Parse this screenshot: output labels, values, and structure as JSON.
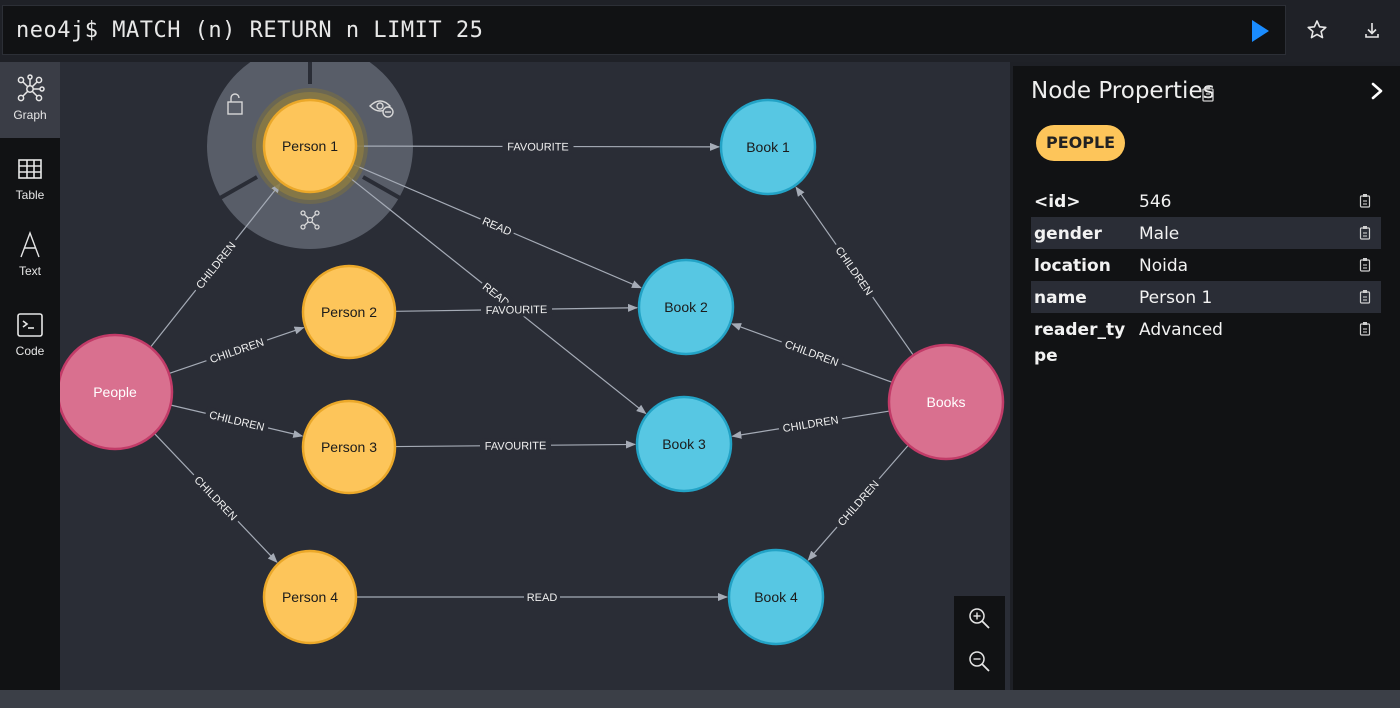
{
  "editor": {
    "query": "neo4j$ MATCH (n) RETURN n LIMIT 25"
  },
  "toolbar": {
    "play_icon": "play-icon",
    "star_icon": "star-icon",
    "download_icon": "download-icon"
  },
  "nav": {
    "items": [
      {
        "label": "Graph",
        "icon": "graph-icon",
        "active": true
      },
      {
        "label": "Table",
        "icon": "table-icon",
        "active": false
      },
      {
        "label": "Text",
        "icon": "text-icon",
        "active": false
      },
      {
        "label": "Code",
        "icon": "code-icon",
        "active": false
      }
    ]
  },
  "graph": {
    "colors": {
      "person": "#fdc55a",
      "person_border": "#eba829",
      "book": "#57c7e3",
      "book_border": "#23a3c6",
      "group": "#d9708f",
      "group_border": "#c23b68",
      "edge": "#a5abb6"
    },
    "nodes": [
      {
        "id": "person1",
        "label": "Person 1",
        "kind": "person",
        "selected": true
      },
      {
        "id": "person2",
        "label": "Person 2",
        "kind": "person"
      },
      {
        "id": "person3",
        "label": "Person 3",
        "kind": "person"
      },
      {
        "id": "person4",
        "label": "Person 4",
        "kind": "person"
      },
      {
        "id": "book1",
        "label": "Book 1",
        "kind": "book"
      },
      {
        "id": "book2",
        "label": "Book 2",
        "kind": "book"
      },
      {
        "id": "book3",
        "label": "Book 3",
        "kind": "book"
      },
      {
        "id": "book4",
        "label": "Book 4",
        "kind": "book"
      },
      {
        "id": "people",
        "label": "People",
        "kind": "group"
      },
      {
        "id": "books",
        "label": "Books",
        "kind": "group"
      }
    ],
    "relationships": [
      {
        "from": "people",
        "to": "person1",
        "type": "CHILDREN"
      },
      {
        "from": "people",
        "to": "person2",
        "type": "CHILDREN"
      },
      {
        "from": "people",
        "to": "person3",
        "type": "CHILDREN"
      },
      {
        "from": "people",
        "to": "person4",
        "type": "CHILDREN"
      },
      {
        "from": "books",
        "to": "book1",
        "type": "CHILDREN"
      },
      {
        "from": "books",
        "to": "book2",
        "type": "CHILDREN"
      },
      {
        "from": "books",
        "to": "book3",
        "type": "CHILDREN"
      },
      {
        "from": "books",
        "to": "book4",
        "type": "CHILDREN"
      },
      {
        "from": "person1",
        "to": "book1",
        "type": "FAVOURITE"
      },
      {
        "from": "person1",
        "to": "book2",
        "type": "READ"
      },
      {
        "from": "person1",
        "to": "book3",
        "type": "READ"
      },
      {
        "from": "person2",
        "to": "book2",
        "type": "FAVOURITE"
      },
      {
        "from": "person3",
        "to": "book3",
        "type": "FAVOURITE"
      },
      {
        "from": "person4",
        "to": "book4",
        "type": "READ"
      }
    ],
    "context_menu_icons": [
      "unlock-icon",
      "hide-icon",
      "expand-icon"
    ]
  },
  "zoom": {
    "zoom_in_icon": "zoom-in-icon",
    "zoom_out_icon": "zoom-out-icon"
  },
  "panel": {
    "title": "Node Properties",
    "label_badge": "PEOPLE",
    "properties": [
      {
        "key": "<id>",
        "value": "546"
      },
      {
        "key": "gender",
        "value": "Male"
      },
      {
        "key": "location",
        "value": "Noida"
      },
      {
        "key": "name",
        "value": "Person 1"
      },
      {
        "key": "reader_type",
        "value": "Advanced"
      }
    ]
  }
}
